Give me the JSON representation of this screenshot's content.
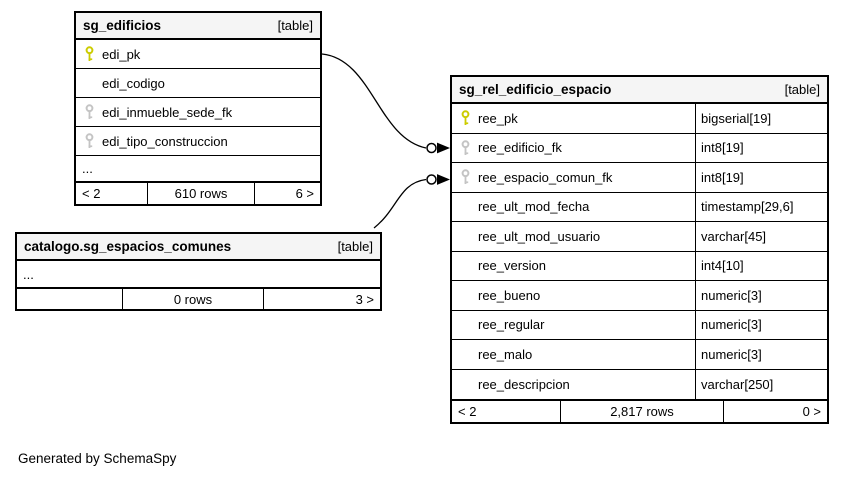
{
  "note": "Generated by SchemaSpy",
  "colors": {
    "primary_key": "#cccc00",
    "foreign_key": "#c4c4c4",
    "header_bg": "#f5f5f5",
    "border": "#000000"
  },
  "tables": [
    {
      "title": "sg_edificios",
      "badge": "[table]",
      "columns": [
        {
          "name": "edi_pk",
          "key": "primary"
        },
        {
          "name": "edi_codigo",
          "key": ""
        },
        {
          "name": "edi_inmueble_sede_fk",
          "key": "foreign"
        },
        {
          "name": "edi_tipo_construccion",
          "key": "foreign"
        },
        {
          "name": "..."
        }
      ],
      "footer": {
        "prev": "< 2",
        "rows": "610 rows",
        "next": "6 >"
      }
    },
    {
      "title": "catalogo.sg_espacios_comunes",
      "badge": "[table]",
      "columns": [
        {
          "name": "..."
        }
      ],
      "footer": {
        "prev": "",
        "rows": "0 rows",
        "next": "3 >"
      }
    },
    {
      "title": "sg_rel_edificio_espacio",
      "badge": "[table]",
      "columns": [
        {
          "name": "ree_pk",
          "key": "primary",
          "type": "bigserial[19]"
        },
        {
          "name": "ree_edificio_fk",
          "key": "foreign",
          "type": "int8[19]"
        },
        {
          "name": "ree_espacio_comun_fk",
          "key": "foreign",
          "type": "int8[19]"
        },
        {
          "name": "ree_ult_mod_fecha",
          "key": "",
          "type": "timestamp[29,6]"
        },
        {
          "name": "ree_ult_mod_usuario",
          "key": "",
          "type": "varchar[45]"
        },
        {
          "name": "ree_version",
          "key": "",
          "type": "int4[10]"
        },
        {
          "name": "ree_bueno",
          "key": "",
          "type": "numeric[3]"
        },
        {
          "name": "ree_regular",
          "key": "",
          "type": "numeric[3]"
        },
        {
          "name": "ree_malo",
          "key": "",
          "type": "numeric[3]"
        },
        {
          "name": "ree_descripcion",
          "key": "",
          "type": "varchar[250]"
        }
      ],
      "footer": {
        "prev": "< 2",
        "rows": "2,817 rows",
        "next": "0 >"
      }
    }
  ]
}
